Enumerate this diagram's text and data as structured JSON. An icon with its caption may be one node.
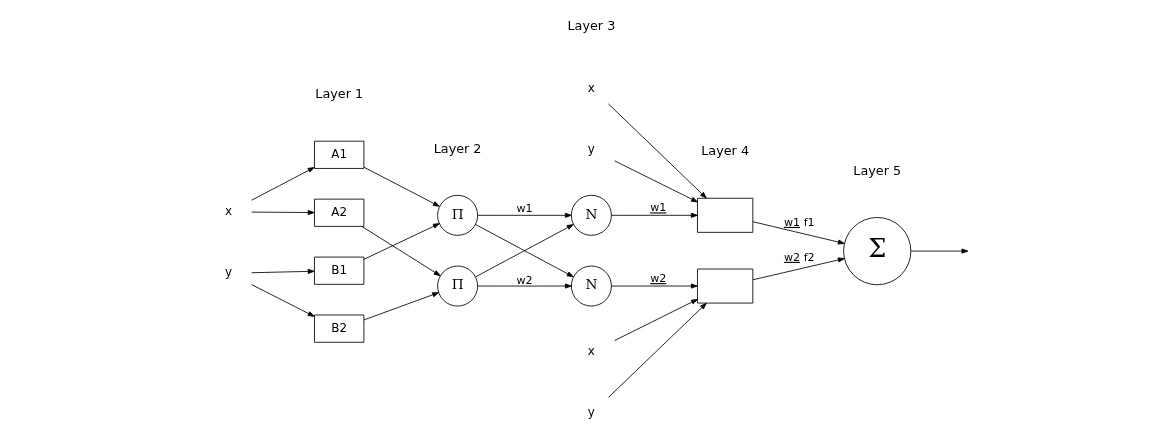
{
  "diagram": {
    "nodes": [
      {
        "text": [
          "x"
        ]
      },
      {
        "text": [
          "y"
        ]
      },
      {
        "text": [
          "A1"
        ]
      },
      {
        "text": [
          "A2"
        ]
      },
      {
        "text": [
          "B1"
        ]
      },
      {
        "text": [
          "B2"
        ]
      },
      {
        "text": [
          "Π"
        ]
      },
      {
        "text": [
          "Π"
        ]
      },
      {
        "text": [
          "N"
        ]
      },
      {
        "text": [
          "N"
        ]
      },
      {
        "text": [],
        "shape": "box"
      },
      {
        "text": [],
        "shape": "box"
      },
      {
        "text": [
          "Σ"
        ]
      },
      {
        "text": [
          "x"
        ]
      },
      {
        "text": [
          "y"
        ]
      },
      {
        "text": [
          "x"
        ]
      },
      {
        "text": [
          "y"
        ]
      }
    ],
    "edges": [
      {
        "from": 0,
        "to": 2,
        "arrow": "to"
      },
      {
        "from": 0,
        "to": 3,
        "arrow": "to"
      },
      {
        "from": 1,
        "to": 4,
        "arrow": "to"
      },
      {
        "from": 1,
        "to": 5,
        "arrow": "to"
      },
      {
        "from": 2,
        "to": 6,
        "arrow": "to"
      },
      {
        "from": 3,
        "to": 7,
        "arrow": "to"
      },
      {
        "from": 4,
        "to": 6,
        "arrow": "to"
      },
      {
        "from": 5,
        "to": 7,
        "arrow": "to"
      },
      {
        "from": 6,
        "to": 8,
        "arrow": "to",
        "label": "w1"
      },
      {
        "from": 6,
        "to": 9,
        "arrow": "to"
      },
      {
        "from": 7,
        "to": 8,
        "arrow": "to"
      },
      {
        "from": 7,
        "to": 9,
        "arrow": "to",
        "label": "w2"
      },
      {
        "from": 8,
        "to": 10,
        "arrow": "to",
        "label": "w1"
      },
      {
        "from": 9,
        "to": 11,
        "arrow": "to",
        "label": "w2"
      },
      {
        "from": 13,
        "to": 10,
        "arrow": "to"
      },
      {
        "from": 14,
        "to": 10,
        "arrow": "to"
      },
      {
        "from": 15,
        "to": 11,
        "arrow": "to"
      },
      {
        "from": 16,
        "to": 11,
        "arrow": "to"
      },
      {
        "from": 10,
        "to": 12,
        "arrow": "to",
        "label": "w1 f1"
      },
      {
        "from": 11,
        "to": 12,
        "arrow": "to",
        "label": "w2 f2"
      },
      {
        "from": 12,
        "to": null,
        "arrow": "to"
      }
    ],
    "labels": [
      "Layer 1",
      "Layer 2",
      "Layer 3",
      "Layer 4",
      "Layer 5"
    ]
  }
}
